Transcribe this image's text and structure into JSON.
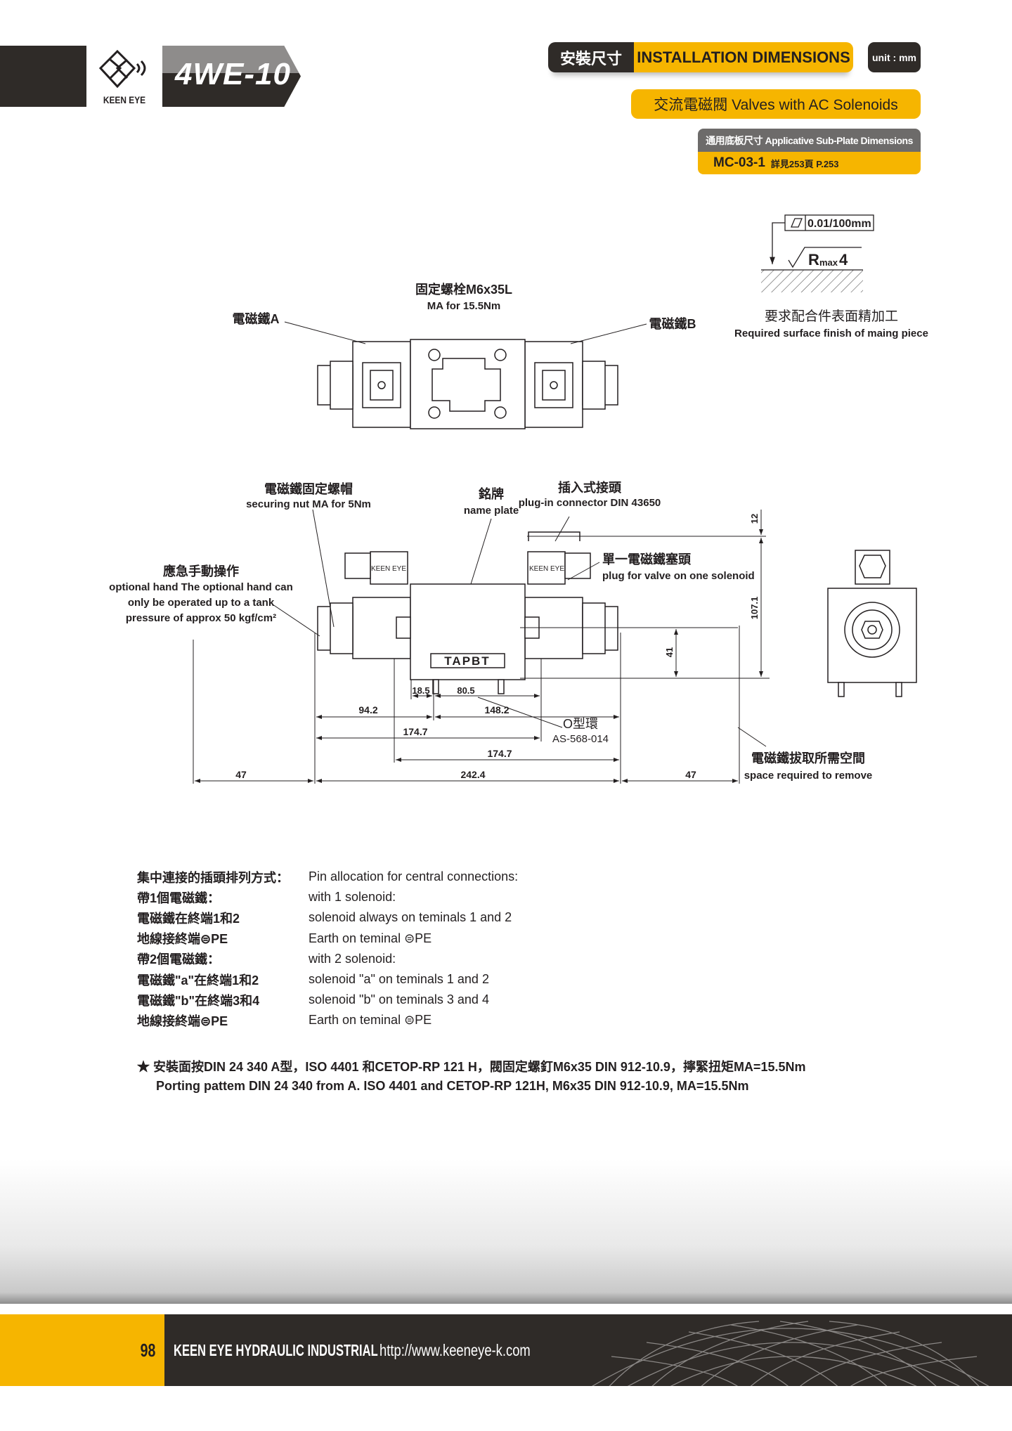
{
  "header": {
    "brand": "KEEN EYE",
    "model": "4WE-10",
    "section_zh": "安裝尺寸",
    "section_en": "INSTALLATION DIMENSIONS",
    "unit": "unit : mm",
    "subtitle": "交流電磁閥  Valves with AC Solenoids",
    "subplate_label": "通用底板尺寸 Applicative Sub-Plate Dimensions",
    "subplate_code": "MC-03-1",
    "subplate_ref": "詳見253頁  P.253"
  },
  "surface": {
    "flatness": "0.01/100mm",
    "rough_r": "R",
    "rough_sub": "max",
    "rough_val": "4",
    "label_zh": "要求配合件表面精加工",
    "label_en": "Required surface finish of maing piece"
  },
  "top_view": {
    "bolt_zh": "固定螺栓M6x35L",
    "bolt_en": "MA for 15.5Nm",
    "sol_a": "電磁鐵A",
    "sol_b": "電磁鐵B"
  },
  "side_view": {
    "nut_zh": "電磁鐵固定螺帽",
    "nut_en": "securing nut MA for 5Nm",
    "plate_zh": "銘牌",
    "plate_en": "name plate",
    "plug_zh": "插入式接頭",
    "plug_en": "plug-in connector DIN 43650",
    "single_zh": "單一電磁鐵塞頭",
    "single_en": "plug for valve on one solenoid",
    "hand_zh": "應急手動操作",
    "hand_en": [
      "optional hand The optional hand can",
      "only be operated up to a tank",
      "pressure of approx 50 kgf/cm²"
    ],
    "oring_zh": "O型環",
    "oring_en": "AS-568-014",
    "space_zh": "電磁鐵拔取所需空間",
    "space_en": "space required to remove",
    "nameplate": "TAPBT",
    "coil_brand": "KEEN EYE"
  },
  "dimensions": {
    "d12": "12",
    "d107": "107.1",
    "d41": "41",
    "d18": "18.5",
    "d80": "80.5",
    "d94": "94.2",
    "d148": "148.2",
    "d174a": "174.7",
    "d174b": "174.7",
    "d242": "242.4",
    "d47a": "47",
    "d47b": "47"
  },
  "pins": [
    {
      "zh": "集中連接的插頭排列方式：",
      "en": "Pin allocation for central connections:"
    },
    {
      "zh": "帶1個電磁鐵：",
      "en": "with 1 solenoid:"
    },
    {
      "zh": "電磁鐵在終端1和2",
      "en": "solenoid always on teminals 1 and 2"
    },
    {
      "zh": "地線接終端⊜PE",
      "en": "Earth on teminal ⊜PE"
    },
    {
      "zh": "帶2個電磁鐵：",
      "en": "with 2 solenoid:"
    },
    {
      "zh": "電磁鐵\"a\"在終端1和2",
      "en": "solenoid \"a\" on teminals 1 and 2"
    },
    {
      "zh": "電磁鐵\"b\"在終端3和4",
      "en": "solenoid \"b\" on teminals 3 and 4"
    },
    {
      "zh": "地線接終端⊜PE",
      "en": "Earth on teminal ⊜PE"
    }
  ],
  "note": {
    "star": "★",
    "zh": "安裝面按DIN 24 340 A型，ISO 4401 和CETOP-RP 121 H，閥固定螺釘M6x35 DIN 912-10.9，擰緊扭矩MA=15.5Nm",
    "en": "Porting pattem DIN 24 340 from A. ISO 4401 and CETOP-RP 121H, M6x35 DIN 912-10.9, MA=15.5Nm"
  },
  "footer": {
    "page": "98",
    "company": "KEEN EYE HYDRAULIC INDUSTRIAL",
    "url": "http://www.keeneye-k.com"
  }
}
